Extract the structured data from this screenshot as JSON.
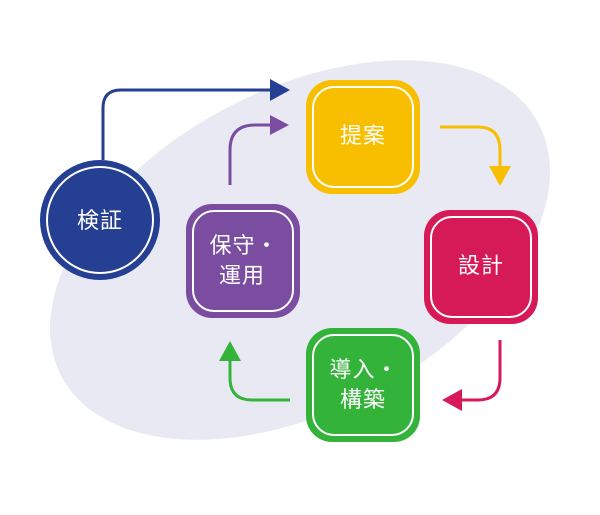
{
  "colors": {
    "blob": "#e9e9f4",
    "proposal": "#f8be00",
    "design": "#d61a57",
    "build": "#34b33b",
    "maintain": "#7a4da0",
    "verify": "#253f92",
    "arrow_top": "#253f92",
    "arrow_proposal_design": "#f8be00",
    "arrow_design_build": "#d61a57",
    "arrow_build_maintain": "#34b33b",
    "arrow_maintain_proposal": "#7a4da0"
  },
  "nodes": {
    "proposal": {
      "label": "提案"
    },
    "design": {
      "label": "設計"
    },
    "build": {
      "line1": "導入・",
      "line2": "構築"
    },
    "maintain": {
      "line1": "保守・",
      "line2": "運用"
    },
    "verify": {
      "label": "検証"
    }
  }
}
